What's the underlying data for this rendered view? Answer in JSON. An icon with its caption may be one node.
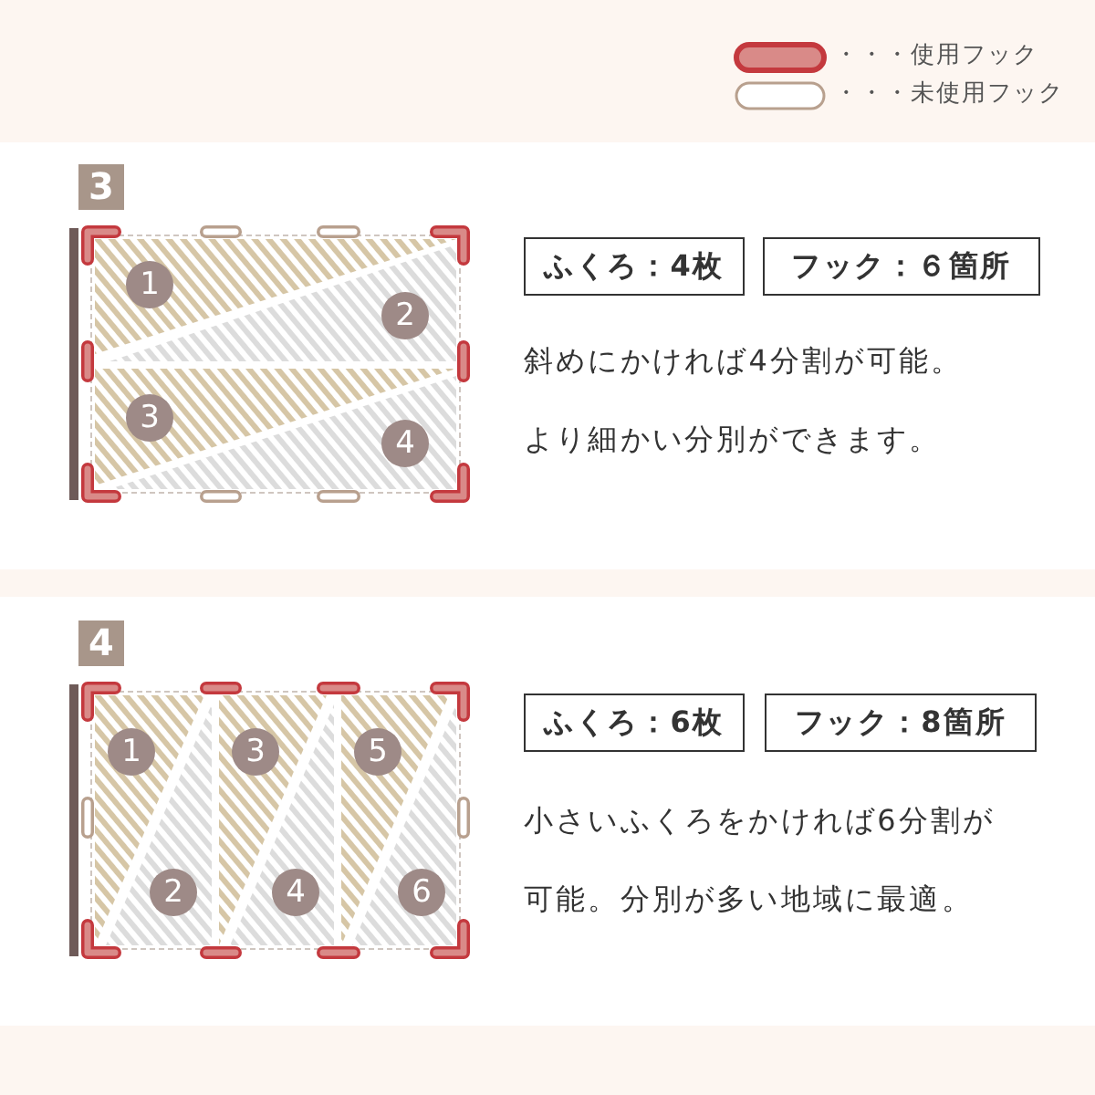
{
  "diagram": {
    "nodes": [
      {
        "text": [
          "3"
        ]
      },
      {
        "text": [
          "1"
        ]
      },
      {
        "text": [
          "2"
        ]
      },
      {
        "text": [
          "3"
        ]
      },
      {
        "text": [
          "4"
        ]
      },
      {
        "text": [
          "ふくろ：4枚"
        ]
      },
      {
        "text": [
          "フック：６箇所"
        ]
      },
      {
        "text": [
          "4"
        ]
      },
      {
        "text": [
          "1"
        ]
      },
      {
        "text": [
          "2"
        ]
      },
      {
        "text": [
          "3"
        ]
      },
      {
        "text": [
          "4"
        ]
      },
      {
        "text": [
          "5"
        ]
      },
      {
        "text": [
          "6"
        ]
      },
      {
        "text": [
          "ふくろ：6枚"
        ]
      },
      {
        "text": [
          "フック：8箇所"
        ]
      }
    ],
    "labels": [
      "斜めにかければ4分割が可能。より細かい分別ができます。",
      "小さいふくろをかければ6分割が可能。分別が多い地域に最適。"
    ],
    "legend": [
      {
        "text": "・・・使用フック",
        "color": "#d98a88"
      },
      {
        "text": "・・・未使用フック",
        "color": "#ffffff"
      }
    ]
  }
}
